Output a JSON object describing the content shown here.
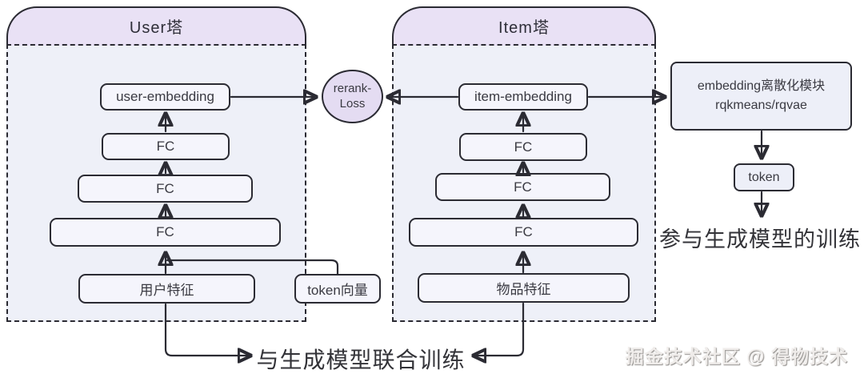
{
  "user_tower": {
    "title": "User塔",
    "embedding": "user-embedding",
    "fc_labels": [
      "FC",
      "FC",
      "FC"
    ],
    "feature": "用户特征",
    "token_vector": "token向量"
  },
  "item_tower": {
    "title": "Item塔",
    "embedding": "item-embedding",
    "fc_labels": [
      "FC",
      "FC",
      "FC"
    ],
    "feature": "物品特征"
  },
  "rerank_loss": {
    "line1": "rerank-",
    "line2": "Loss"
  },
  "discretization_module": {
    "line1": "embedding离散化模块",
    "line2": "rqkmeans/rqvae"
  },
  "token_label": "token",
  "captions": {
    "right": "参与生成模型的训练",
    "bottom": "与生成模型联合训练",
    "watermark": "掘金技术社区 @ 得物技术"
  },
  "colors": {
    "header_fill": "#e9e1f5",
    "tower_fill": "#eef0f8",
    "box_fill": "#f5f5fc",
    "loss_node_fill": "#e4dcf2",
    "module_fill": "#edeff8",
    "border": "#2b2b33",
    "text": "#3a3a42"
  }
}
